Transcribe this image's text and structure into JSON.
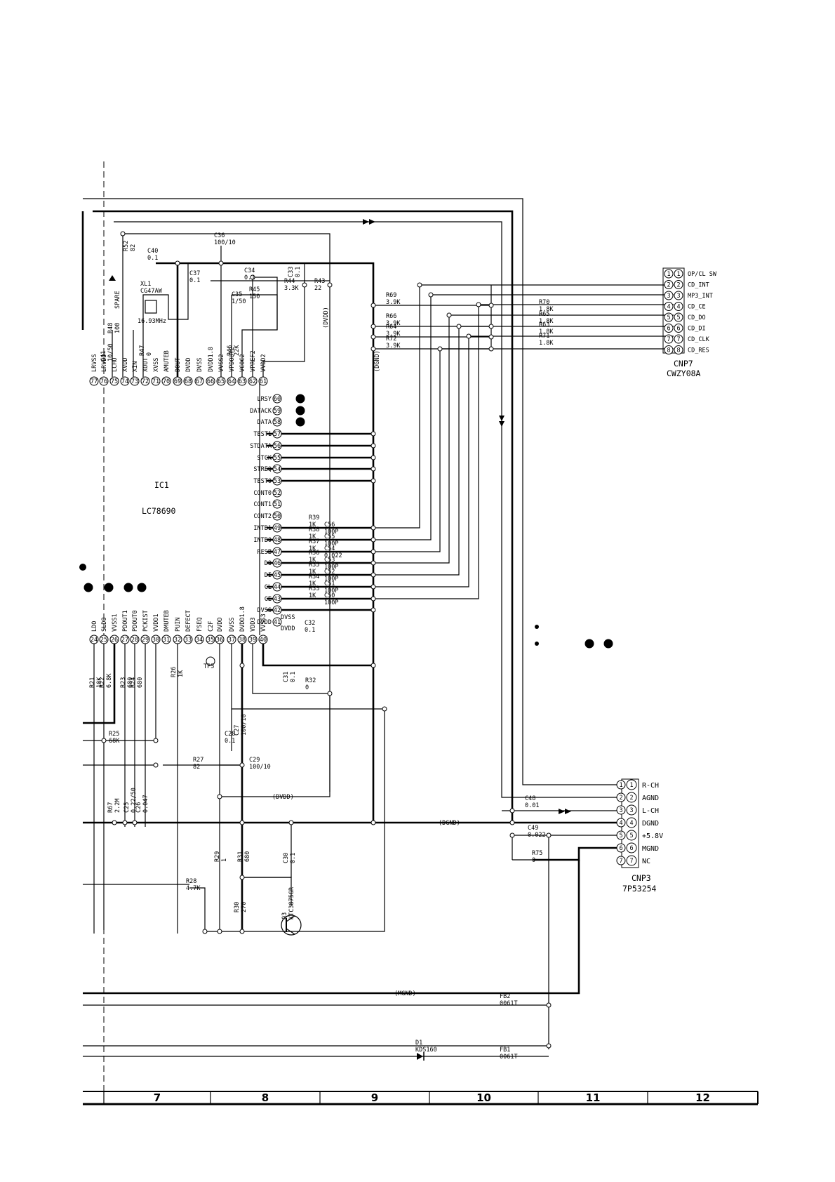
{
  "ic": {
    "ref": "IC1",
    "part": "LC78690",
    "top_pins": [
      {
        "num": "77",
        "name": "LRVSS"
      },
      {
        "num": "76",
        "name": "LRVDD"
      },
      {
        "num": "75",
        "name": "LCHO"
      },
      {
        "num": "74",
        "name": "XVDD"
      },
      {
        "num": "73",
        "name": "XIN"
      },
      {
        "num": "72",
        "name": "XOUT"
      },
      {
        "num": "71",
        "name": "XVSS"
      },
      {
        "num": "70",
        "name": "AMUTEB"
      },
      {
        "num": "69",
        "name": "DOUT"
      },
      {
        "num": "68",
        "name": "DVDD"
      },
      {
        "num": "67",
        "name": "DVSS"
      },
      {
        "num": "66",
        "name": "DVDD1.8"
      },
      {
        "num": "65",
        "name": "VVSS2"
      },
      {
        "num": "64",
        "name": "VPDOUT2"
      },
      {
        "num": "63",
        "name": "VCOC2"
      },
      {
        "num": "62",
        "name": "VPREF2"
      },
      {
        "num": "61",
        "name": "VVDD2"
      }
    ],
    "right_pins": [
      {
        "num": "60",
        "name": "LRSY"
      },
      {
        "num": "59",
        "name": "DATACK"
      },
      {
        "num": "58",
        "name": "DATA"
      },
      {
        "num": "57",
        "name": "TEST1"
      },
      {
        "num": "56",
        "name": "STDATA"
      },
      {
        "num": "55",
        "name": "STCK"
      },
      {
        "num": "54",
        "name": "STREQ"
      },
      {
        "num": "53",
        "name": "TEST0"
      },
      {
        "num": "52",
        "name": "CONT0"
      },
      {
        "num": "51",
        "name": "CONT1"
      },
      {
        "num": "50",
        "name": "CONT2"
      },
      {
        "num": "49",
        "name": "INTB1"
      },
      {
        "num": "48",
        "name": "INTB0"
      },
      {
        "num": "47",
        "name": "RESB"
      },
      {
        "num": "46",
        "name": "DO"
      },
      {
        "num": "45",
        "name": "DI"
      },
      {
        "num": "44",
        "name": "CL"
      },
      {
        "num": "43",
        "name": "CE"
      },
      {
        "num": "42",
        "name": "DVSS"
      },
      {
        "num": "41",
        "name": "DVDD"
      }
    ],
    "bottom_pins": [
      {
        "num": "24",
        "name": "LDO"
      },
      {
        "num": "25",
        "name": "SLDO"
      },
      {
        "num": "26",
        "name": "VVSS1"
      },
      {
        "num": "27",
        "name": "PDOUT1"
      },
      {
        "num": "28",
        "name": "PDOUT0"
      },
      {
        "num": "29",
        "name": "PCKIST"
      },
      {
        "num": "30",
        "name": "VVDD1"
      },
      {
        "num": "31",
        "name": "DMUTEB"
      },
      {
        "num": "32",
        "name": "PUIN"
      },
      {
        "num": "33",
        "name": "DEFECT"
      },
      {
        "num": "34",
        "name": "FSEQ"
      },
      {
        "num": "35",
        "name": "C2F"
      },
      {
        "num": "36",
        "name": "DVDD"
      },
      {
        "num": "37",
        "name": "DVSS"
      },
      {
        "num": "38",
        "name": "DVDD1.8"
      },
      {
        "num": "39",
        "name": "VDD3"
      },
      {
        "num": "40",
        "name": "VVSS3"
      }
    ],
    "bottom_extra": [
      "DVSS",
      "DVDD"
    ]
  },
  "components": [
    {
      "ref": "R52",
      "value": "82"
    },
    {
      "ref": "C40",
      "value": "0.1"
    },
    {
      "ref": "C36",
      "value": "100/10"
    },
    {
      "ref": "C37",
      "value": "0.1"
    },
    {
      "ref": "C34",
      "value": "0.1"
    },
    {
      "ref": "C33",
      "value": "0.1"
    },
    {
      "ref": "R44",
      "value": "3.3K"
    },
    {
      "ref": "R43",
      "value": "22"
    },
    {
      "ref": "C35",
      "value": "1/50"
    },
    {
      "ref": "R45",
      "value": "150"
    },
    {
      "ref": "XL1",
      "value": "CG47AW"
    },
    {
      "ref": "XL1_freq",
      "value": "16.93MHz"
    },
    {
      "ref": "R48",
      "value": "100"
    },
    {
      "ref": "C41",
      "value": "10/50"
    },
    {
      "ref": "R47",
      "value": "0"
    },
    {
      "ref": "R46",
      "value": "22K"
    },
    {
      "ref": "R39",
      "value": "1K"
    },
    {
      "ref": "R38",
      "value": "1K"
    },
    {
      "ref": "R37",
      "value": "1K"
    },
    {
      "ref": "R36",
      "value": "1K"
    },
    {
      "ref": "R35",
      "value": "1K"
    },
    {
      "ref": "R34",
      "value": "1K"
    },
    {
      "ref": "R33",
      "value": "1K"
    },
    {
      "ref": "C56",
      "value": "100P"
    },
    {
      "ref": "C55",
      "value": "100P"
    },
    {
      "ref": "C54",
      "value": "0.022"
    },
    {
      "ref": "C53",
      "value": "100P"
    },
    {
      "ref": "C52",
      "value": "100P"
    },
    {
      "ref": "C51",
      "value": "100P"
    },
    {
      "ref": "C50",
      "value": "100P"
    },
    {
      "ref": "C32",
      "value": "0.1"
    },
    {
      "ref": "C31",
      "value": "0.1"
    },
    {
      "ref": "R32",
      "value": "0"
    },
    {
      "ref": "C27",
      "value": "100/10"
    },
    {
      "ref": "C28",
      "value": "0.1"
    },
    {
      "ref": "C29",
      "value": "100/10"
    },
    {
      "ref": "R27",
      "value": "82"
    },
    {
      "ref": "R25",
      "value": "68K"
    },
    {
      "ref": "R67",
      "value": "2.2M"
    },
    {
      "ref": "C25",
      "value": "0.22/50"
    },
    {
      "ref": "C26",
      "value": "0.047"
    },
    {
      "ref": "R21",
      "value": "10K"
    },
    {
      "ref": "R22",
      "value": "6.8K"
    },
    {
      "ref": "R23",
      "value": "680"
    },
    {
      "ref": "R24",
      "value": "680"
    },
    {
      "ref": "R26",
      "value": "1K"
    },
    {
      "ref": "R29",
      "value": "1"
    },
    {
      "ref": "R31",
      "value": "680"
    },
    {
      "ref": "C30",
      "value": "0.1"
    },
    {
      "ref": "R30",
      "value": "270"
    },
    {
      "ref": "R28",
      "value": "4.7K"
    },
    {
      "ref": "Q3",
      "value": "KTC3875GR"
    },
    {
      "ref": "R69",
      "value": "3.9K"
    },
    {
      "ref": "R66",
      "value": "3.9K"
    },
    {
      "ref": "R64",
      "value": "3.9K"
    },
    {
      "ref": "R72",
      "value": "3.9K"
    },
    {
      "ref": "R70",
      "value": "1.8K"
    },
    {
      "ref": "R65",
      "value": "1.8K"
    },
    {
      "ref": "R63",
      "value": "1.8K"
    },
    {
      "ref": "R71",
      "value": "1.8K"
    },
    {
      "ref": "C48",
      "value": "0.01"
    },
    {
      "ref": "C49",
      "value": "0.022"
    },
    {
      "ref": "R75",
      "value": "0"
    },
    {
      "ref": "FB2",
      "value": "0061T"
    },
    {
      "ref": "FB1",
      "value": "0061T"
    },
    {
      "ref": "D1",
      "value": "KDS160"
    },
    {
      "ref": "TP5",
      "value": ""
    },
    {
      "ref": "SPARE",
      "value": ""
    }
  ],
  "nets": {
    "dvdd": "(DVDD)",
    "dgnd": "(DGND)",
    "mgnd": "(MGND)"
  },
  "cnp7": {
    "ref": "CNP7",
    "part": "CWZY08A",
    "pins": [
      {
        "num": "1",
        "label": "OP/CL SW"
      },
      {
        "num": "2",
        "label": "CD_INT"
      },
      {
        "num": "3",
        "label": "MP3_INT"
      },
      {
        "num": "4",
        "label": "CD_CE"
      },
      {
        "num": "5",
        "label": "CD_DO"
      },
      {
        "num": "6",
        "label": "CD_DI"
      },
      {
        "num": "7",
        "label": "CD_CLK"
      },
      {
        "num": "8",
        "label": "CD_RES"
      }
    ]
  },
  "cnp3": {
    "ref": "CNP3",
    "part": "7P53254",
    "pins": [
      {
        "num": "1",
        "label": "R-CH"
      },
      {
        "num": "2",
        "label": "AGND"
      },
      {
        "num": "3",
        "label": "L-CH"
      },
      {
        "num": "4",
        "label": "DGND"
      },
      {
        "num": "5",
        "label": "+5.8V"
      },
      {
        "num": "6",
        "label": "MGND"
      },
      {
        "num": "7",
        "label": "NC"
      }
    ]
  },
  "grid": [
    "7",
    "8",
    "9",
    "10",
    "11",
    "12"
  ]
}
